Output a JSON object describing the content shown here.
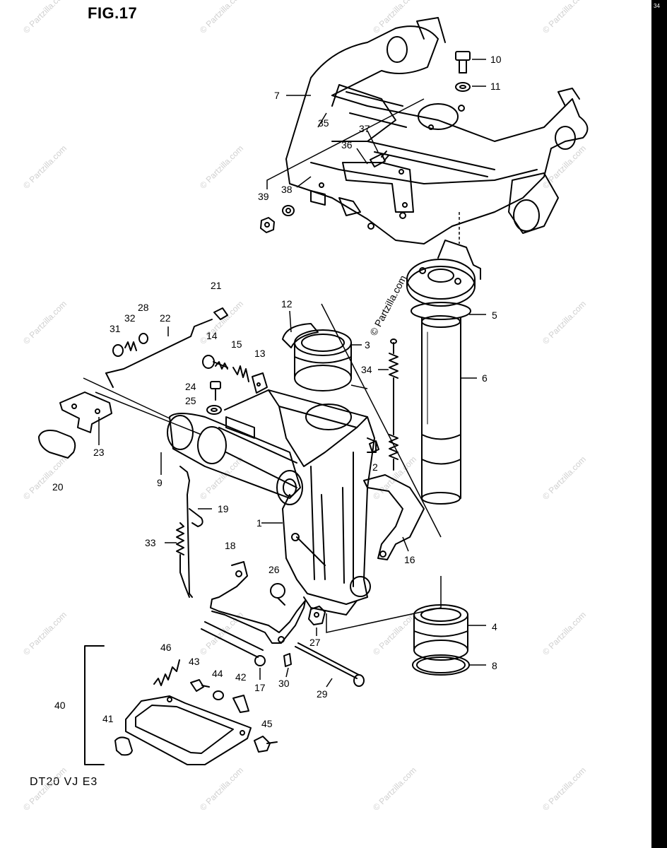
{
  "figure_title": "FIG.17",
  "model_code": "DT20 VJ E3",
  "watermark": "© Partzilla.com",
  "edge_mark": "34",
  "callouts": [
    "1",
    "2",
    "3",
    "4",
    "5",
    "6",
    "7",
    "8",
    "9",
    "10",
    "11",
    "12",
    "13",
    "14",
    "15",
    "16",
    "17",
    "18",
    "19",
    "20",
    "21",
    "22",
    "23",
    "24",
    "25",
    "26",
    "27",
    "28",
    "29",
    "30",
    "31",
    "32",
    "33",
    "34",
    "35",
    "36",
    "37",
    "38",
    "39",
    "40",
    "41",
    "42",
    "43",
    "44",
    "45",
    "46"
  ]
}
